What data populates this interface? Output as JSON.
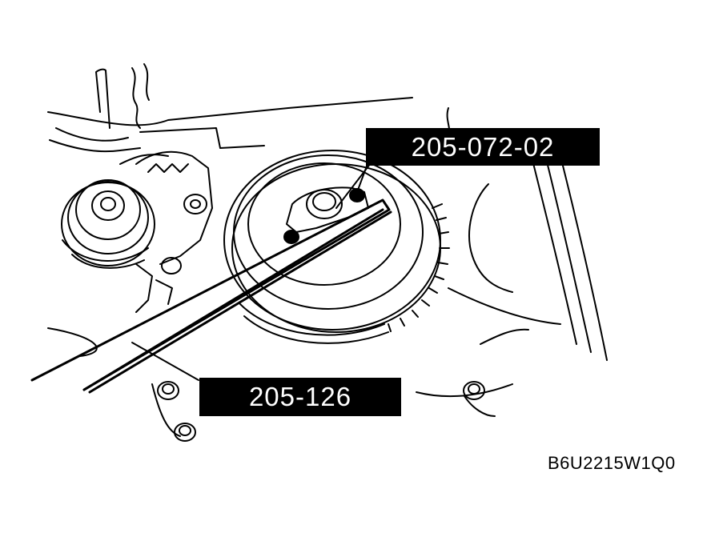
{
  "callouts": {
    "top_tool": "205-072-02",
    "bottom_tool": "205-126"
  },
  "figure_code": "B6U2215W1Q0",
  "colors": {
    "ink": "#000000",
    "paper": "#ffffff"
  }
}
